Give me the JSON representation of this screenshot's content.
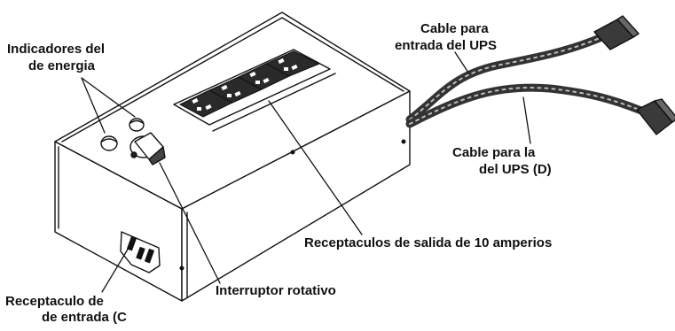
{
  "labels": {
    "indicators": {
      "line1": "Indicadores del",
      "line2": "de energia"
    },
    "cable_input": {
      "line1": "Cable para",
      "line2": "entrada del UPS"
    },
    "cable_output": {
      "line1": "Cable para la",
      "line2": "del UPS (D)"
    },
    "outlets": "Receptaculos de salida de 10 amperios",
    "rotary_switch": "Interruptor rotativo",
    "input_receptacle": {
      "line1": "Receptaculo de",
      "line2": "de entrada (C"
    }
  }
}
